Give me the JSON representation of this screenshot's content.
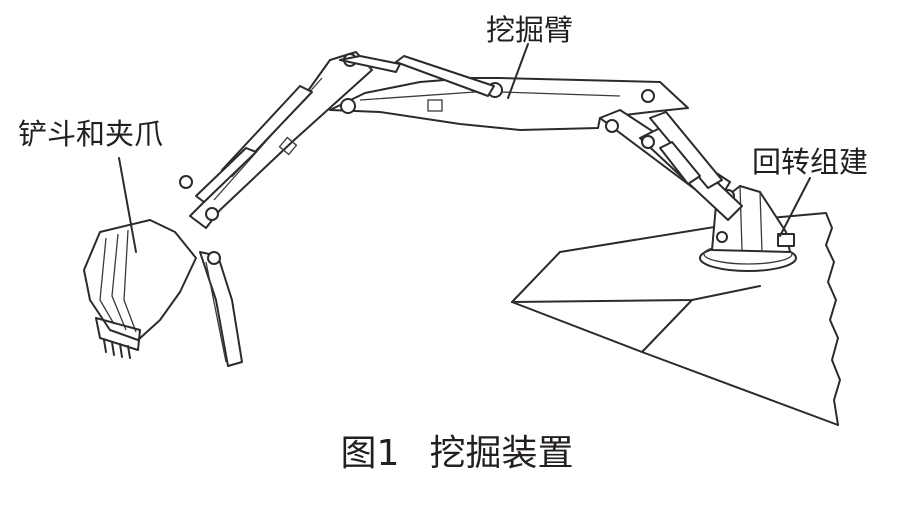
{
  "labels": {
    "bucket": "铲斗和夹爪",
    "arm": "挖掘臂",
    "slew": "回转组建"
  },
  "caption": {
    "number": "图1",
    "title": "挖掘装置"
  }
}
